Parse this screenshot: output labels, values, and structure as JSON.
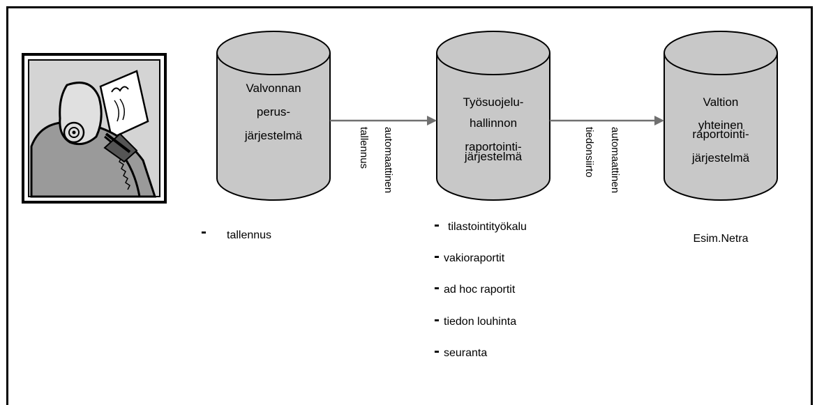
{
  "figure": "person-with-document-illustration",
  "cylinders": [
    {
      "id": "valvonta",
      "lines": [
        "Valvonnan",
        "perus-",
        "järjestelmä"
      ]
    },
    {
      "id": "tyosuojelu",
      "lines": [
        "Työsuojelu-",
        "hallinnon",
        "raportointi-",
        "järjestelmä"
      ]
    },
    {
      "id": "valtio",
      "lines": [
        "Valtion",
        "yhteinen",
        "raportointi-",
        "järjestelmä"
      ]
    }
  ],
  "arrows": [
    {
      "id": "arrow-1",
      "lines": [
        "automaattinen",
        "tallennus"
      ]
    },
    {
      "id": "arrow-2",
      "lines": [
        "automaattinen",
        "tiedonsiirto"
      ]
    }
  ],
  "lists": {
    "left": {
      "dash": "-",
      "items": [
        "tallennus"
      ]
    },
    "middle": {
      "dash": "-",
      "items": [
        "tilastointityökalu",
        "vakioraportit",
        "ad hoc raportit",
        "tiedon louhinta",
        "seuranta"
      ]
    },
    "right": {
      "text": "Esim.Netra"
    }
  },
  "colors": {
    "cylinder_fill": "#c8c8c8",
    "arrow": "#707070",
    "border": "#000000"
  }
}
